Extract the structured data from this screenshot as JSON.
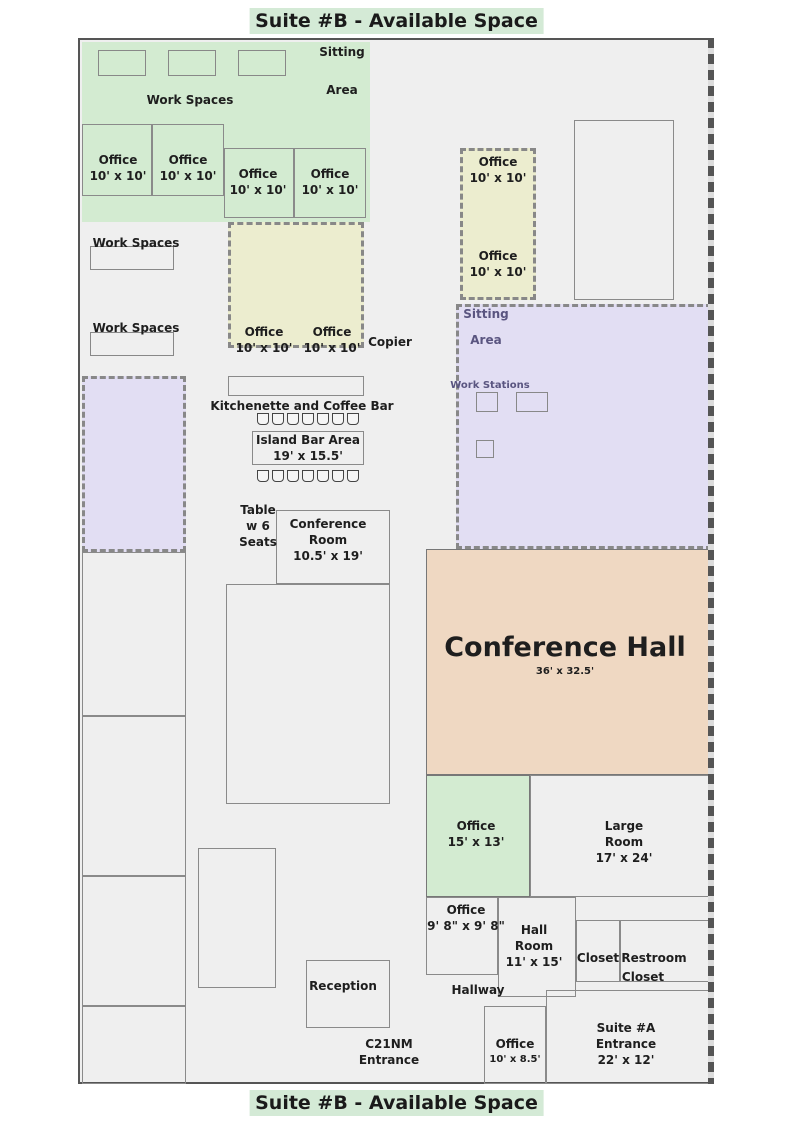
{
  "banners": {
    "top": "Suite #B - Available Space",
    "bottom": "Suite #B - Available Space"
  },
  "colors": {
    "available_green": "#d3ebd1",
    "yellow_zone": "#ecedcf",
    "purple_zone": "#e2def3",
    "conference_hall": "#efd8c2",
    "floor": "#efefef"
  },
  "rooms": {
    "work_spaces_top": "Work Spaces",
    "sitting_area_top": {
      "line1": "Sitting",
      "line2": "Area"
    },
    "office_1": {
      "name": "Office",
      "size": "10' x 10'"
    },
    "office_2": {
      "name": "Office",
      "size": "10' x 10'"
    },
    "office_3": {
      "name": "Office",
      "size": "10' x 10'"
    },
    "office_4": {
      "name": "Office",
      "size": "10' x 10'"
    },
    "work_spaces_2": "Work Spaces",
    "work_spaces_3": "Work Spaces",
    "office_5": {
      "name": "Office",
      "size": "10' x 10'"
    },
    "office_6": {
      "name": "Office",
      "size": "10' x 10'"
    },
    "copier": "Copier",
    "office_7": {
      "name": "Office",
      "size": "10' x 10'"
    },
    "office_8": {
      "name": "Office",
      "size": "10' x 10'"
    },
    "sitting_area_right": {
      "line1": "Sitting",
      "line2": "Area"
    },
    "work_stations": "Work Stations",
    "kitchenette": "Kitchenette and Coffee Bar",
    "island_bar": {
      "name": "Island Bar Area",
      "size": "19' x 15.5'"
    },
    "table": {
      "line1": "Table",
      "line2": "w 6",
      "line3": "Seats"
    },
    "conference_room": {
      "line1": "Conference",
      "line2": "Room",
      "size": "10.5' x 19'"
    },
    "conference_hall": {
      "name": "Conference Hall",
      "size": "36' x 32.5'"
    },
    "office_15x13": {
      "name": "Office",
      "size": "15' x 13'"
    },
    "large_room": {
      "line1": "Large",
      "line2": "Room",
      "size": "17' x 24'"
    },
    "office_9x9": {
      "name": "Office",
      "size": "9' 8\" x 9' 8\""
    },
    "hall_room": {
      "line1": "Hall",
      "line2": "Room",
      "size": "11' x 15'"
    },
    "closet_1": "Closet",
    "restroom": "Restroom",
    "closet_2": "Closet",
    "hallway": "Hallway",
    "reception": "Reception",
    "entrance_c21": {
      "line1": "C21NM",
      "line2": "Entrance"
    },
    "office_10x85": {
      "name": "Office",
      "size": "10' x 8.5'"
    },
    "suite_a": {
      "line1": "Suite #A",
      "line2": "Entrance",
      "size": "22' x 12'"
    }
  }
}
